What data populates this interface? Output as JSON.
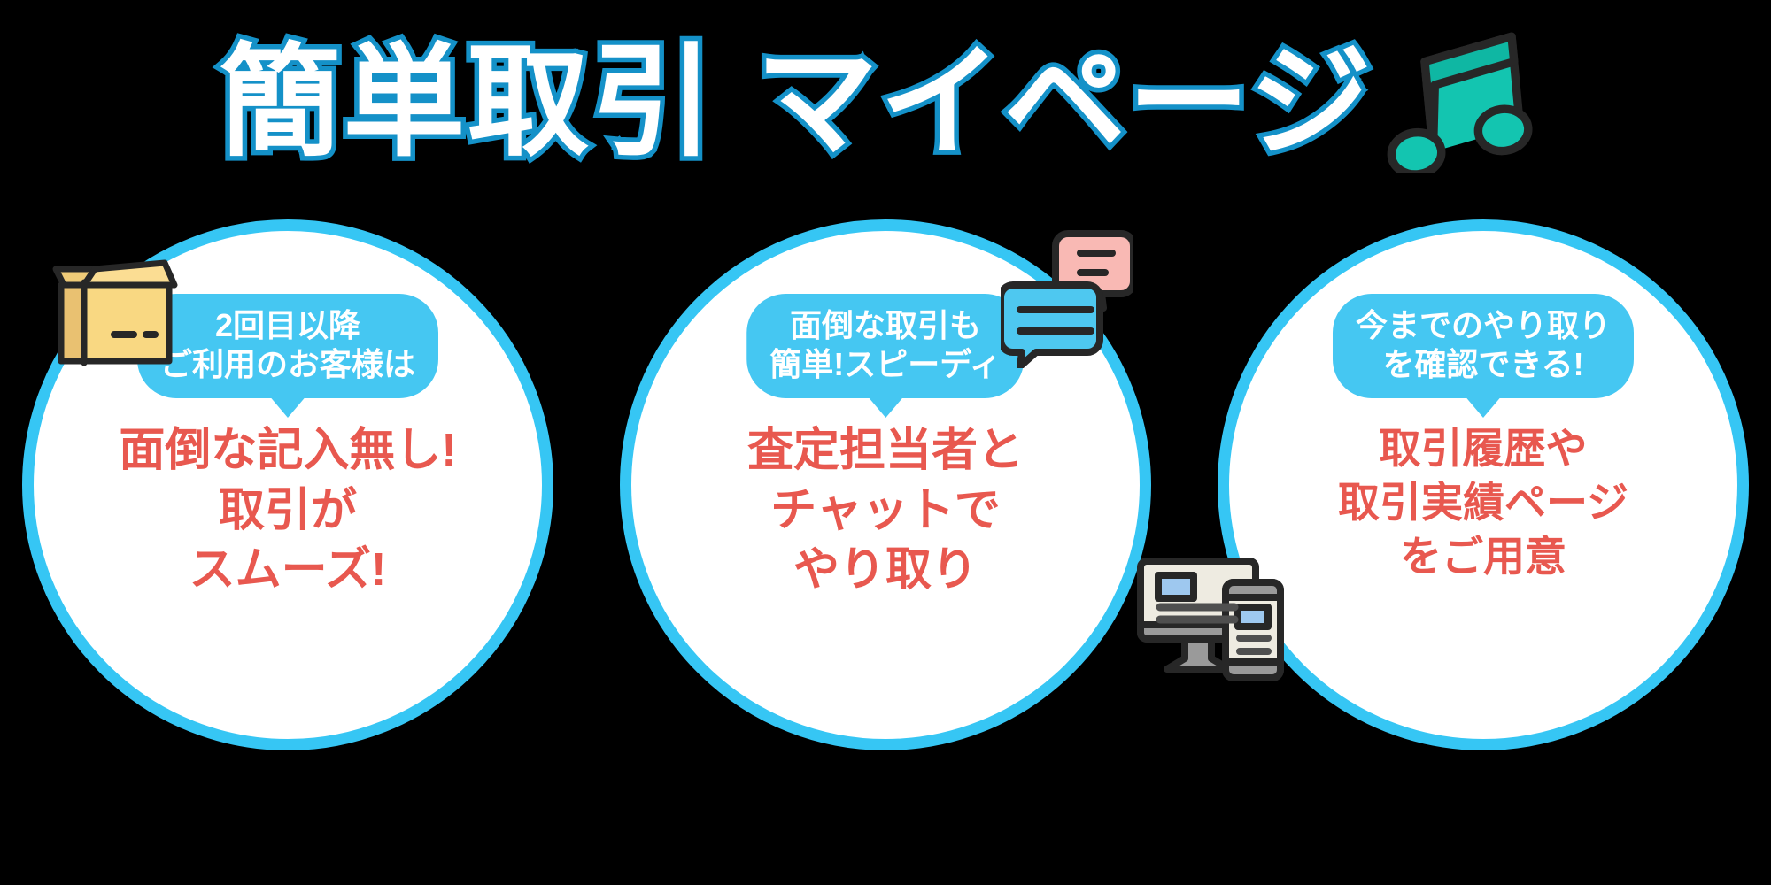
{
  "title": {
    "part1": "簡単取引",
    "part2": "マイページ",
    "note_icon": "music-note-icon"
  },
  "colors": {
    "background": "#000000",
    "accent_blue": "#36c6f4",
    "bubble_blue": "#45c7f2",
    "title_outline": "#1491c8",
    "headline_red": "#e8584f",
    "note_teal": "#13c5b0",
    "box_tan": "#f7d57e",
    "chat_pink": "#f9b9b4",
    "chat_blue": "#4ec8f0",
    "outline_dark": "#272727"
  },
  "cards": [
    {
      "id": "card-repeat-customer",
      "icon": "cardboard-box-icon",
      "bubble_lines": [
        "2回目以降",
        "ご利用のお客様は"
      ],
      "headline_lines": [
        "面倒な記入無し!",
        "取引が",
        "スムーズ!"
      ]
    },
    {
      "id": "card-chat-with-staff",
      "icon": "chat-bubbles-icon",
      "bubble_lines": [
        "面倒な取引も",
        "簡単!スピーディ"
      ],
      "headline_lines": [
        "査定担当者と",
        "チャットで",
        "やり取り"
      ]
    },
    {
      "id": "card-transaction-history",
      "icon": "desktop-and-phone-icon",
      "bubble_lines": [
        "今までのやり取り",
        "を確認できる!"
      ],
      "headline_lines": [
        "取引履歴や",
        "取引実績ページ",
        "をご用意"
      ]
    }
  ]
}
